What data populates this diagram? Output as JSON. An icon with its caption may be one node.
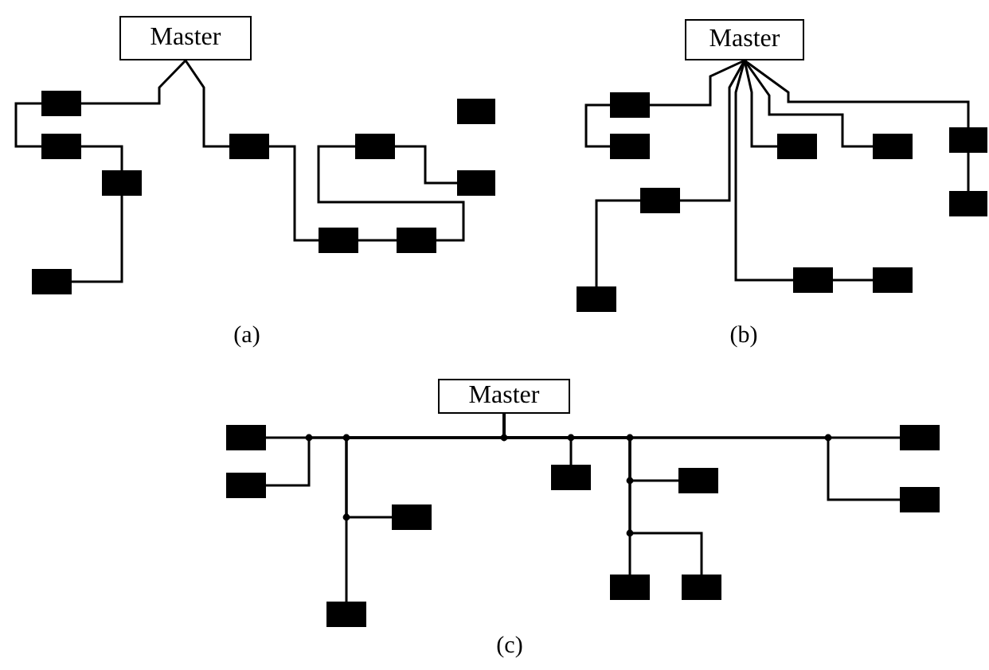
{
  "diagram": {
    "nodes": [
      {
        "text": [
          "Master"
        ]
      },
      {
        "text": [],
        "shape": "box"
      },
      {
        "text": [],
        "shape": "box"
      },
      {
        "text": [],
        "shape": "box"
      },
      {
        "text": [],
        "shape": "box"
      },
      {
        "text": [],
        "shape": "box"
      },
      {
        "text": [],
        "shape": "box"
      },
      {
        "text": [],
        "shape": "box"
      },
      {
        "text": [],
        "shape": "box"
      },
      {
        "text": [],
        "shape": "box"
      },
      {
        "text": [],
        "shape": "box"
      },
      {
        "text": [
          "Master"
        ]
      },
      {
        "text": [],
        "shape": "box"
      },
      {
        "text": [],
        "shape": "box"
      },
      {
        "text": [],
        "shape": "box"
      },
      {
        "text": [],
        "shape": "box"
      },
      {
        "text": [],
        "shape": "box"
      },
      {
        "text": [],
        "shape": "box"
      },
      {
        "text": [],
        "shape": "box"
      },
      {
        "text": [],
        "shape": "box"
      },
      {
        "text": [],
        "shape": "box"
      },
      {
        "text": [],
        "shape": "box"
      },
      {
        "text": [
          "Master"
        ]
      },
      {
        "text": [],
        "shape": "box"
      },
      {
        "text": [],
        "shape": "box"
      },
      {
        "text": [],
        "shape": "box"
      },
      {
        "text": [],
        "shape": "box"
      },
      {
        "text": [],
        "shape": "box"
      },
      {
        "text": [],
        "shape": "box"
      },
      {
        "text": [],
        "shape": "box"
      },
      {
        "text": [],
        "shape": "box"
      },
      {
        "text": [],
        "shape": "box"
      },
      {
        "text": [],
        "shape": "box"
      }
    ],
    "edges": [
      {
        "from": 0,
        "to": 1,
        "arrow": "none"
      },
      {
        "from": 1,
        "to": 2,
        "arrow": "none"
      },
      {
        "from": 2,
        "to": 3,
        "arrow": "none"
      },
      {
        "from": 3,
        "to": 4,
        "arrow": "none"
      },
      {
        "from": 0,
        "to": 5,
        "arrow": "none"
      },
      {
        "from": 5,
        "to": 9,
        "arrow": "none"
      },
      {
        "from": 9,
        "to": 10,
        "arrow": "none"
      },
      {
        "from": 10,
        "to": 6,
        "arrow": "none"
      },
      {
        "from": 6,
        "to": 8,
        "arrow": "none"
      },
      {
        "from": 11,
        "to": 12,
        "arrow": "none"
      },
      {
        "from": 12,
        "to": 13,
        "arrow": "none"
      },
      {
        "from": 11,
        "to": 14,
        "arrow": "none"
      },
      {
        "from": 14,
        "to": 15,
        "arrow": "none"
      },
      {
        "from": 11,
        "to": 20,
        "arrow": "none"
      },
      {
        "from": 20,
        "to": 21,
        "arrow": "none"
      },
      {
        "from": 11,
        "to": 16,
        "arrow": "none"
      },
      {
        "from": 11,
        "to": 17,
        "arrow": "none"
      },
      {
        "from": 11,
        "to": 18,
        "arrow": "none"
      },
      {
        "from": 18,
        "to": 19,
        "arrow": "none"
      },
      {
        "from": 22,
        "to": 23,
        "arrow": "none"
      },
      {
        "from": 22,
        "to": 24,
        "arrow": "none"
      },
      {
        "from": 22,
        "to": 25,
        "arrow": "none"
      },
      {
        "from": 22,
        "to": 26,
        "arrow": "none"
      },
      {
        "from": 22,
        "to": 27,
        "arrow": "none"
      },
      {
        "from": 22,
        "to": 28,
        "arrow": "none"
      },
      {
        "from": 22,
        "to": 29,
        "arrow": "none"
      },
      {
        "from": 22,
        "to": 30,
        "arrow": "none"
      },
      {
        "from": 22,
        "to": 31,
        "arrow": "none"
      },
      {
        "from": 22,
        "to": 32,
        "arrow": "none"
      }
    ],
    "labels": [
      "(a)",
      "(b)",
      "(c)"
    ]
  }
}
